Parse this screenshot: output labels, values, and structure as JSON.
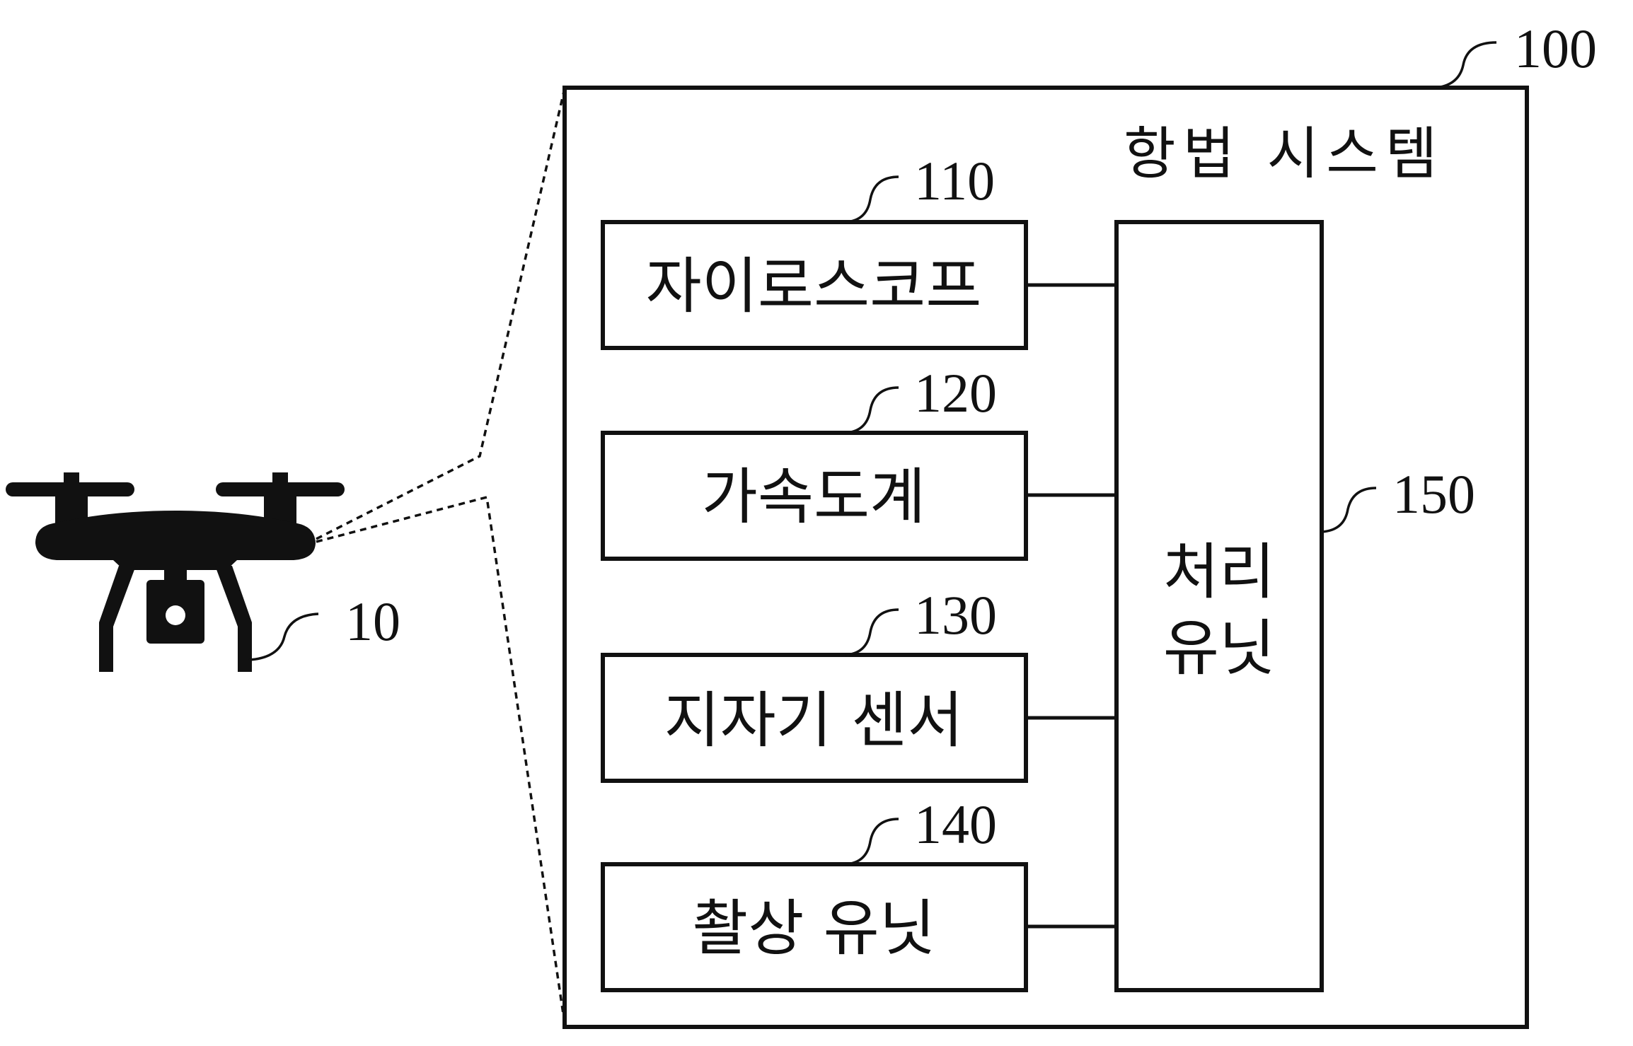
{
  "system": {
    "ref": "100",
    "title": "항법 시스템"
  },
  "drone": {
    "ref": "10",
    "icon": "drone-icon"
  },
  "components": [
    {
      "ref": "110",
      "label": "자이로스코프"
    },
    {
      "ref": "120",
      "label": "가속도계"
    },
    {
      "ref": "130",
      "label": "지자기 센서"
    },
    {
      "ref": "140",
      "label": "촬상 유닛"
    }
  ],
  "processing": {
    "ref": "150",
    "line1": "처리",
    "line2": "유닛"
  }
}
